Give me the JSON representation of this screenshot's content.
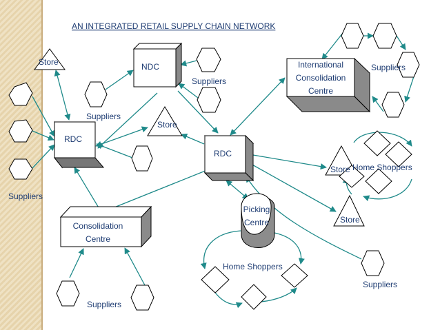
{
  "title": "AN INTEGRATED RETAIL SUPPLY CHAIN NETWORK",
  "labels": {
    "store_top_left": "Store",
    "ndc": "NDC",
    "suppliers_ndc": "Suppliers",
    "suppliers_left_mid": "Suppliers",
    "store_center": "Store",
    "rdc_left": "RDC",
    "rdc_right": "RDC",
    "suppliers_left": "Suppliers",
    "intl_line1": "International",
    "intl_line2": "Consolidation",
    "intl_line3": "Centre",
    "suppliers_top_right": "Suppliers",
    "store_right_upper": "Store",
    "home_shoppers_right": "Home Shoppers",
    "picking_line1": "Picking",
    "picking_line2": "Centre",
    "store_right_lower": "Store",
    "consolidation_line1": "Consolidation",
    "consolidation_line2": "Centre",
    "home_shoppers_bottom": "Home Shoppers",
    "suppliers_bottom_right": "Suppliers",
    "suppliers_bottom": "Suppliers"
  },
  "colors": {
    "line": "#1f8a8a",
    "text": "#1f3d73",
    "box_shade": "#8a8a8a",
    "picking_fill": "#8c8c8c"
  }
}
